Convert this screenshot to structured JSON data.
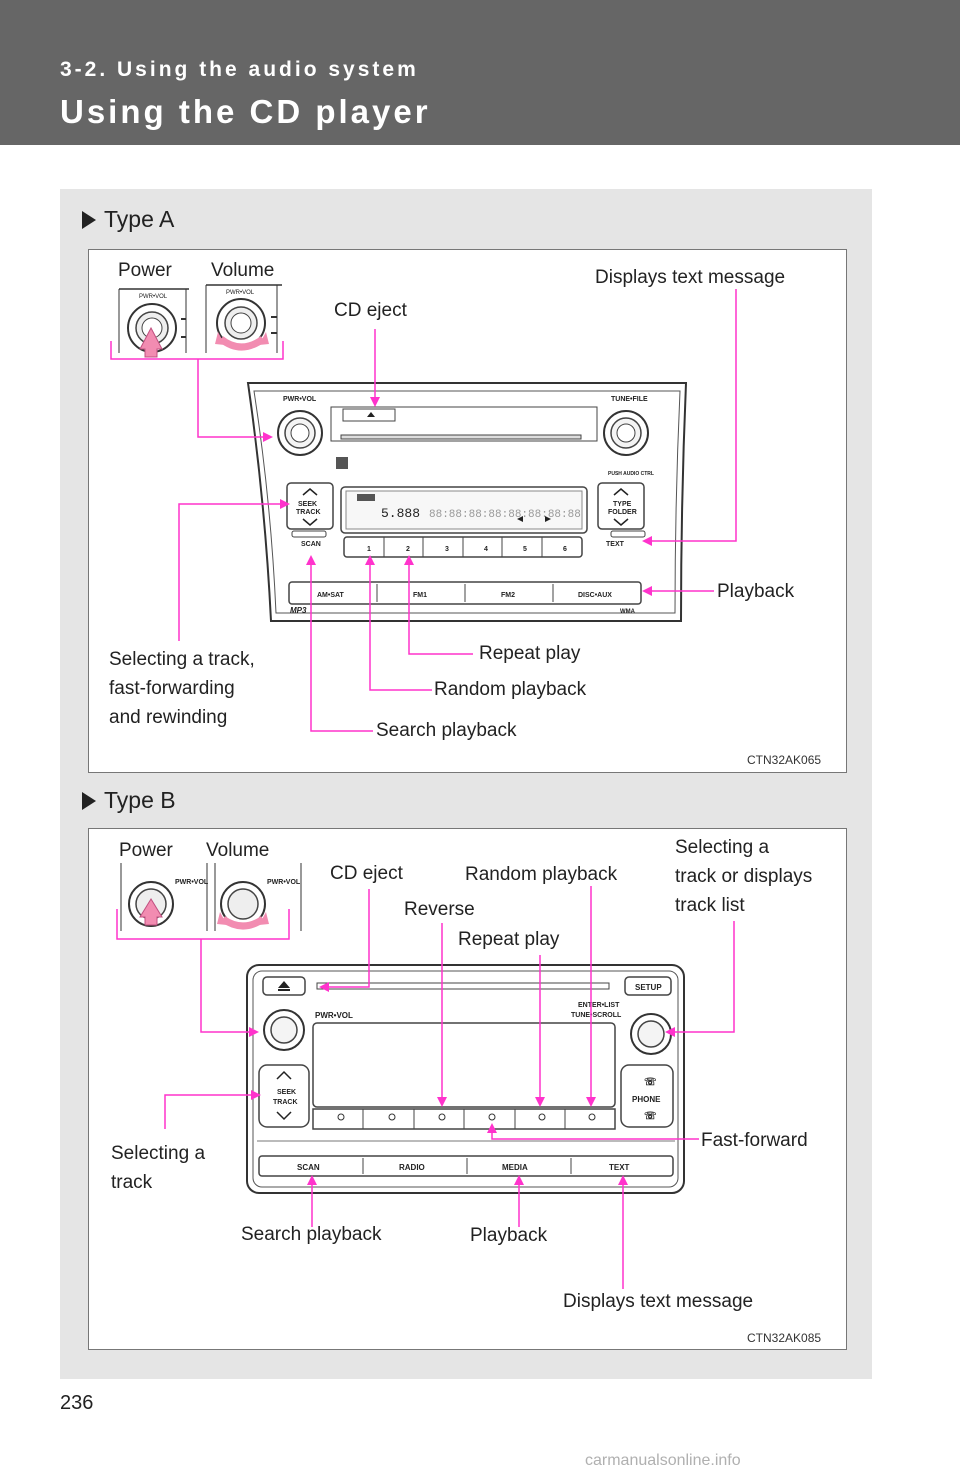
{
  "header": {
    "section": "3-2. Using the audio system",
    "title": "Using the CD player"
  },
  "type_a": {
    "heading": "Type A",
    "image_code": "CTN32AK065",
    "labels": {
      "power": "Power",
      "volume": "Volume",
      "cd_eject": "CD eject",
      "displays_text": "Displays text message",
      "playback": "Playback",
      "repeat_play": "Repeat play",
      "random_playback": "Random playback",
      "search_playback": "Search playback",
      "selecting": "Selecting a track,\nfast-forwarding\nand rewinding"
    },
    "unit_text": {
      "pwr_vol": "PWR•VOL",
      "tune_file": "TUNE•FILE",
      "push_audio": "PUSH AUDIO CTRL",
      "seek": "SEEK",
      "track": "TRACK",
      "type": "TYPE",
      "folder": "FOLDER",
      "scan": "SCAN",
      "text": "TEXT",
      "presets": [
        "1",
        "2",
        "3",
        "4",
        "5",
        "6"
      ],
      "bands": [
        "AM•SAT",
        "FM1",
        "FM2",
        "DISC•AUX"
      ],
      "mp3": "MP3",
      "wma": "WMA"
    }
  },
  "type_b": {
    "heading": "Type B",
    "image_code": "CTN32AK085",
    "labels": {
      "power": "Power",
      "volume": "Volume",
      "cd_eject": "CD eject",
      "reverse": "Reverse",
      "random_playback": "Random playback",
      "repeat_play": "Repeat play",
      "selecting_list": "Selecting a\ntrack or displays\ntrack list",
      "fast_forward": "Fast-forward",
      "selecting_track": "Selecting a\ntrack",
      "search_playback": "Search playback",
      "playback": "Playback",
      "displays_text": "Displays text message"
    },
    "unit_text": {
      "pwr_vol": "PWR•VOL",
      "setup": "SETUP",
      "enter_list": "ENTER•LIST",
      "tune_scroll": "TUNE•SCROLL",
      "seek": "SEEK",
      "track": "TRACK",
      "phone": "PHONE",
      "bands": [
        "SCAN",
        "RADIO",
        "MEDIA",
        "TEXT"
      ]
    }
  },
  "page_number": "236",
  "watermark": "carmanualsonline.info",
  "colors": {
    "header": "#666666",
    "section": "#e5e5e5",
    "leader": "#ff33cc"
  }
}
